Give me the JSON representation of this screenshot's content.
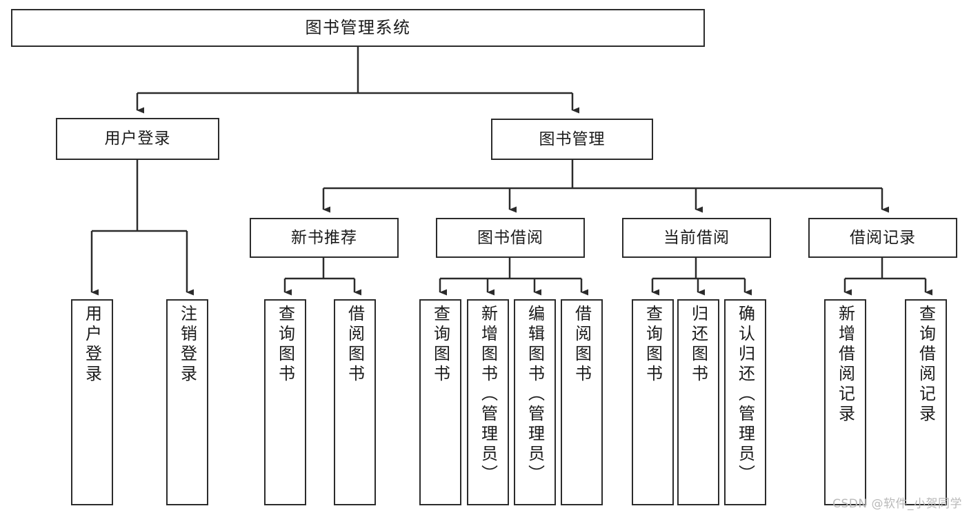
{
  "diagram": {
    "title": "图书管理系统",
    "watermark": "CSDN @软件_小贺同学",
    "colors": {
      "border": "#2b2b2b",
      "background": "#ffffff",
      "text": "#1a1a1a",
      "watermark": "#b9b9b9"
    }
  },
  "nodes": {
    "root": {
      "label": "图书管理系统"
    },
    "level1": [
      {
        "label": "用户登录"
      },
      {
        "label": "图书管理"
      }
    ],
    "level2": [
      {
        "label": "新书推荐"
      },
      {
        "label": "图书借阅"
      },
      {
        "label": "当前借阅"
      },
      {
        "label": "借阅记录"
      }
    ],
    "leaves": {
      "user_login": [
        {
          "label": "用户登录"
        },
        {
          "label": "注销登录"
        }
      ],
      "new_book": [
        {
          "label": "查询图书"
        },
        {
          "label": "借阅图书"
        }
      ],
      "book_borrow": [
        {
          "label": "查询图书"
        },
        {
          "label": "新增图书（管理员）"
        },
        {
          "label": "编辑图书（管理员）"
        },
        {
          "label": "借阅图书"
        }
      ],
      "current_borrow": [
        {
          "label": "查询图书"
        },
        {
          "label": "归还图书"
        },
        {
          "label": "确认归还（管理员）"
        }
      ],
      "borrow_record": [
        {
          "label": "新增借阅记录"
        },
        {
          "label": "查询借阅记录"
        }
      ]
    }
  }
}
